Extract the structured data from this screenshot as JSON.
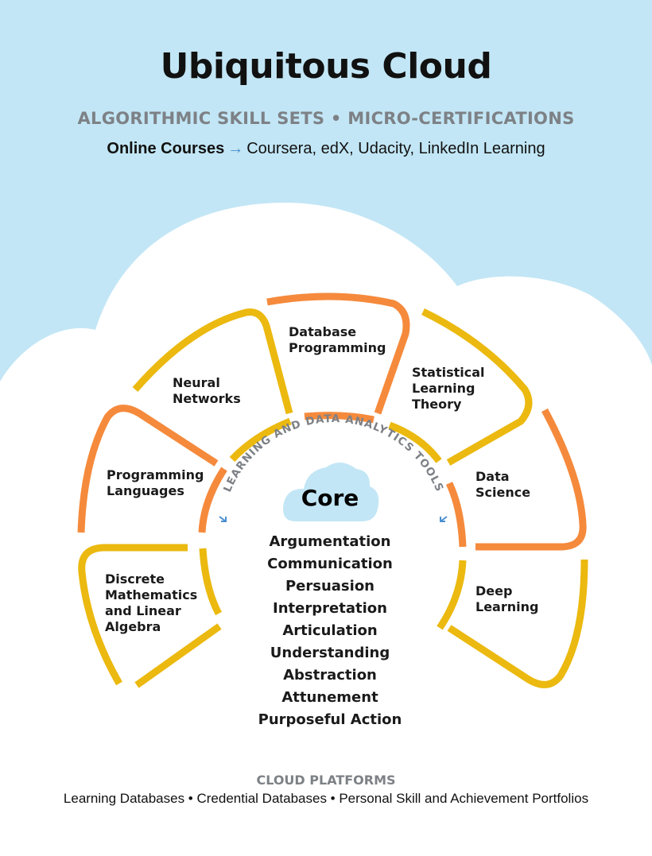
{
  "header": {
    "title": "Ubiquitous Cloud",
    "subtitle": "ALGORITHMIC SKILL SETS • MICRO-CERTIFICATIONS",
    "courses_label": "Online Courses",
    "courses_arrow": "→",
    "courses_list": "Coursera, edX, Udacity, LinkedIn Learning"
  },
  "colors": {
    "sky": "#c2e6f5",
    "cloud": "#ffffff",
    "orange": "#f58a3c",
    "yellow": "#ebb90f",
    "ring_text": "#7d8186",
    "arrow_blue": "#4a8fd0"
  },
  "ring": {
    "label": "LEARNING AND DATA ANALYTICS TOOLS",
    "left_arrow": "arrow-down-right-icon",
    "right_arrow": "arrow-down-left-icon"
  },
  "segments": [
    {
      "label": "Discrete\nMathematics\n and Linear\n Algebra",
      "color": "yellow"
    },
    {
      "label": "Programming\nLanguages",
      "color": "orange"
    },
    {
      "label": "Neural\nNetworks",
      "color": "yellow"
    },
    {
      "label": "Database\nProgramming",
      "color": "orange"
    },
    {
      "label": "Statistical\nLearning\nTheory",
      "color": "yellow"
    },
    {
      "label": "Data\nScience",
      "color": "orange"
    },
    {
      "label": "Deep\nLearning",
      "color": "yellow"
    }
  ],
  "core": {
    "title": "Core",
    "items": [
      "Argumentation",
      "Communication",
      "Persuasion",
      "Interpretation",
      "Articulation",
      "Understanding",
      "Abstraction",
      "Attunement",
      "Purposeful Action"
    ]
  },
  "footer": {
    "title": "CLOUD PLATFORMS",
    "items": "Learning Databases • Credential Databases • Personal Skill and Achievement Portfolios"
  }
}
